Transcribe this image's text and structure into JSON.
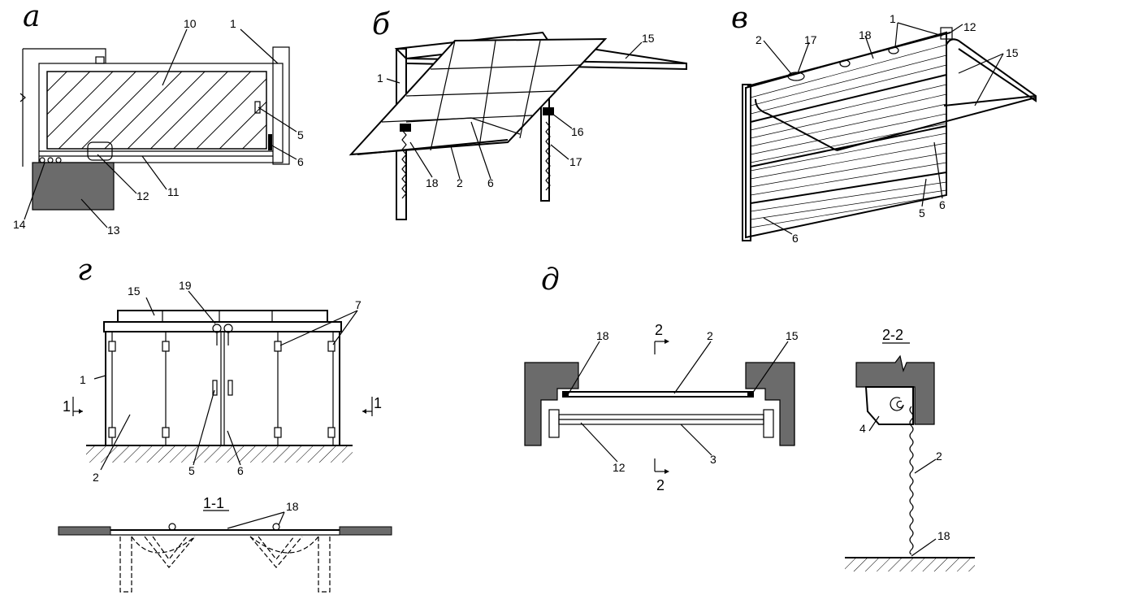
{
  "panels": {
    "a": {
      "letter": "а",
      "labels": [
        "10",
        "1",
        "5",
        "6",
        "12",
        "11",
        "14",
        "13"
      ]
    },
    "b": {
      "letter": "б",
      "labels": [
        "15",
        "1",
        "16",
        "17",
        "18",
        "2",
        "6"
      ]
    },
    "v": {
      "letter": "в",
      "labels": [
        "1",
        "12",
        "2",
        "17",
        "18",
        "15",
        "6",
        "5",
        "6"
      ]
    },
    "g": {
      "letter": "г",
      "labels": [
        "15",
        "19",
        "7",
        "1",
        "1",
        "1",
        "2",
        "5",
        "6"
      ],
      "section_title": "1-1",
      "section_labels": [
        "18"
      ]
    },
    "d": {
      "letter": "д",
      "labels": [
        "2",
        "18",
        "2",
        "15",
        "12",
        "3",
        "2"
      ],
      "section_title": "2-2",
      "section_labels": [
        "4",
        "2",
        "18"
      ]
    }
  }
}
